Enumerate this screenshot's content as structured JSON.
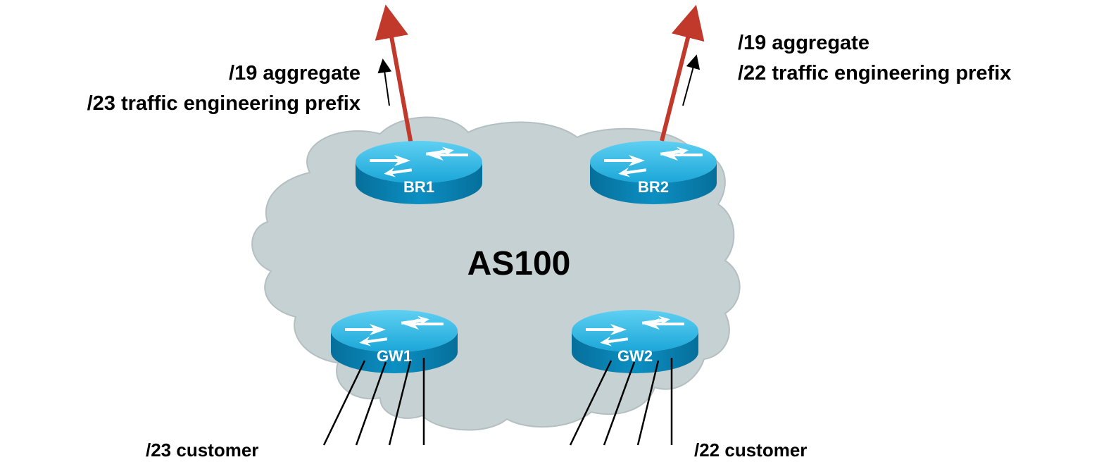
{
  "diagram": {
    "as_label": "AS100",
    "routers": {
      "br1": "BR1",
      "br2": "BR2",
      "gw1": "GW1",
      "gw2": "GW2"
    },
    "left_announcement": {
      "line1": "/19 aggregate",
      "line2": "/23 traffic engineering prefix"
    },
    "right_announcement": {
      "line1": "/19 aggregate",
      "line2": "/22 traffic engineering prefix"
    },
    "customers": {
      "left": "/23 customer",
      "right": "/22 customer"
    }
  },
  "colors": {
    "cloud_fill": "#c5d1d3",
    "cloud_stroke": "#b3bfc1",
    "router_top": "#2fb6e3",
    "router_side": "#0a86b8",
    "upstream_arrow": "#c0392b",
    "text": "#000000"
  }
}
